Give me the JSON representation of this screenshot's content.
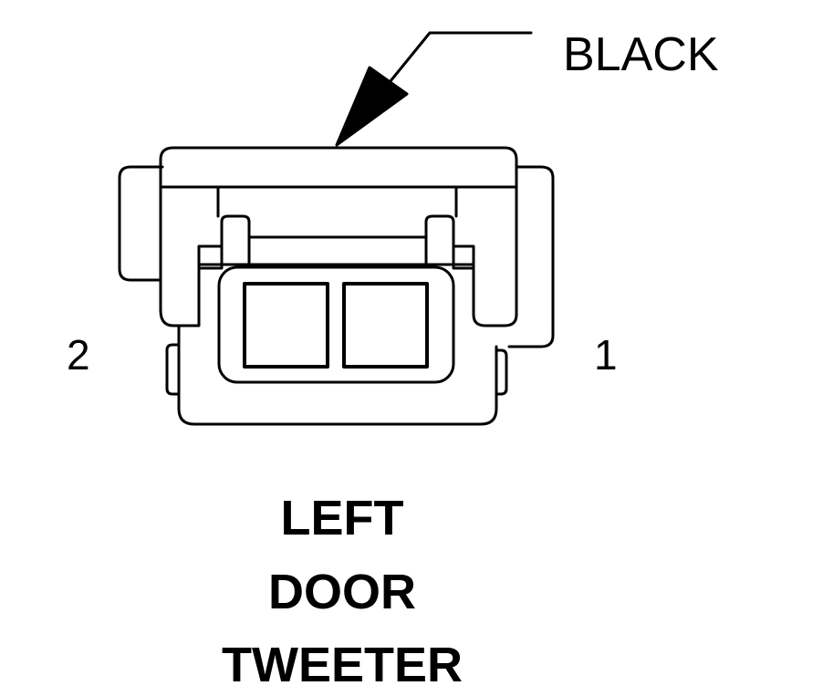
{
  "connector": {
    "color": "BLACK",
    "pins": [
      {
        "number": "1"
      },
      {
        "number": "2"
      }
    ],
    "name_lines": [
      "LEFT",
      "DOOR",
      "TWEETER"
    ]
  },
  "colors": {
    "line": "#000000",
    "background": "#ffffff"
  }
}
